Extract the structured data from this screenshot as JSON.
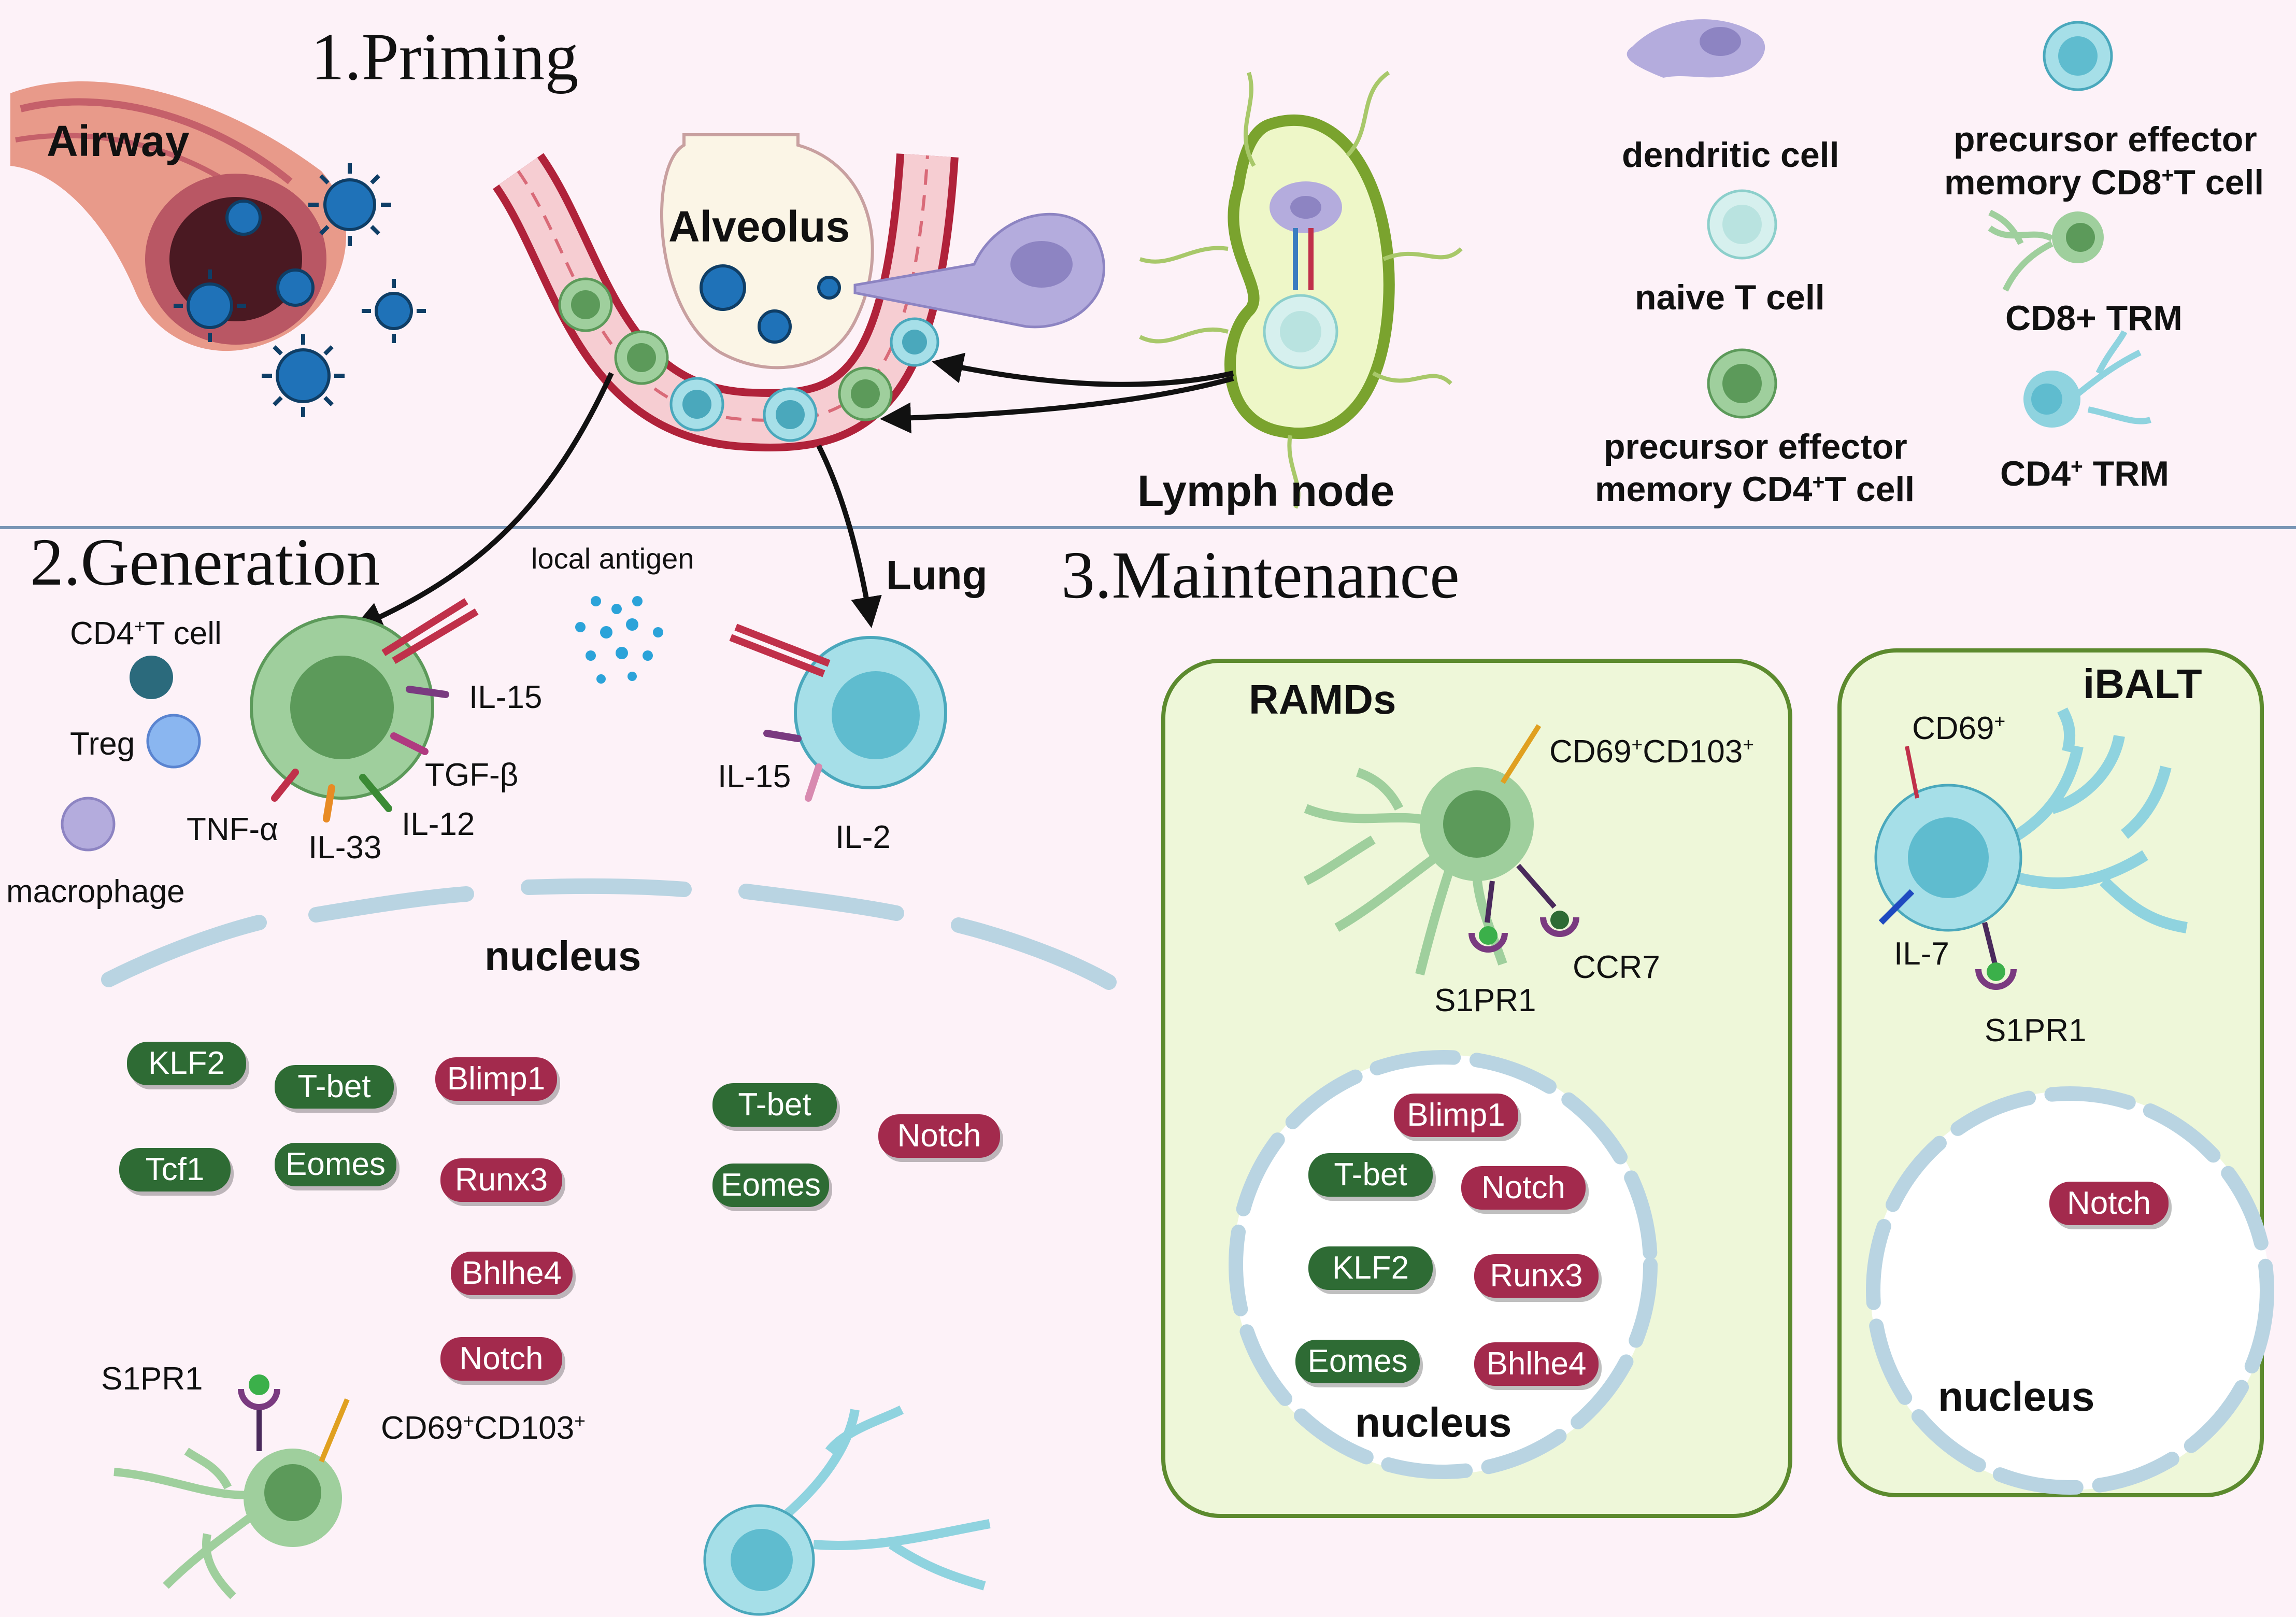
{
  "sections": {
    "priming": "1.Priming",
    "generation": "2.Generation",
    "maintenance": "3.Maintenance"
  },
  "priming": {
    "airway": "Airway",
    "alveolus": "Alveolus",
    "lymph_node": "Lymph node"
  },
  "legend": {
    "dendritic_cell": "dendritic cell",
    "naive_t_cell": "naive T cell",
    "cd4_precursor_line1": "precursor effector",
    "cd4_precursor_line2_pre": "memory CD4",
    "cd4_precursor_line2_sup": "+",
    "cd4_precursor_line2_post": "T cell",
    "cd8_precursor_line1": "precursor effector",
    "cd8_precursor_line2_pre": "memory CD8",
    "cd8_precursor_line2_sup": "+",
    "cd8_precursor_line2_post": "T cell",
    "cd8_trm": "CD8+ TRM",
    "cd4_trm_pre": "CD4",
    "cd4_trm_sup": "+",
    "cd4_trm_post": " TRM"
  },
  "generation": {
    "local_antigen": "local antigen",
    "lung": "Lung",
    "cd4_pre": "CD4",
    "cd4_sup": "+",
    "cd4_post": "T cell",
    "treg": "Treg",
    "macrophage": "macrophage",
    "il15_a": "IL-15",
    "tgfb": "TGF-β",
    "il12": "IL-12",
    "il33": "IL-33",
    "tnfa": "TNF-α",
    "il15_b": "IL-15",
    "il2": "IL-2",
    "nucleus": "nucleus",
    "tf_left": {
      "klf2": "KLF2",
      "tbet": "T-bet",
      "blimp1": "Blimp1",
      "tcf1": "Tcf1",
      "eomes": "Eomes",
      "runx3": "Runx3",
      "bhlhe4": "Bhlhe4",
      "notch": "Notch"
    },
    "tf_right": {
      "tbet": "T-bet",
      "eomes": "Eomes",
      "notch": "Notch"
    },
    "s1pr1": "S1PR1",
    "cd69_pre": "CD69",
    "cd69_sup": "+",
    "cd103_pre": "CD103",
    "cd103_sup": "+"
  },
  "ramds": {
    "title": "RAMDs",
    "cd69_pre": "CD69",
    "cd69_sup": "+",
    "cd103_pre": "CD103",
    "cd103_sup": "+",
    "s1pr1": "S1PR1",
    "ccr7": "CCR7",
    "nucleus": "nucleus",
    "tf": {
      "blimp1": "Blimp1",
      "tbet": "T-bet",
      "notch": "Notch",
      "klf2": "KLF2",
      "runx3": "Runx3",
      "eomes": "Eomes",
      "bhlhe4": "Bhlhe4"
    }
  },
  "ibalt": {
    "title": "iBALT",
    "cd69_pre": "CD69",
    "cd69_sup": "+",
    "il7": "IL-7",
    "s1pr1": "S1PR1",
    "notch": "Notch",
    "nucleus": "nucleus"
  },
  "colors": {
    "background": "#fdf2f8",
    "cd4_green": "#9fcf9d",
    "cd8_blue": "#8fd3df",
    "tf_green": "#2e6b34",
    "tf_red": "#a32a4d",
    "dendritic": "#b4acdd",
    "box_fill": "#eef7d9",
    "box_border": "#5c8a2e"
  }
}
